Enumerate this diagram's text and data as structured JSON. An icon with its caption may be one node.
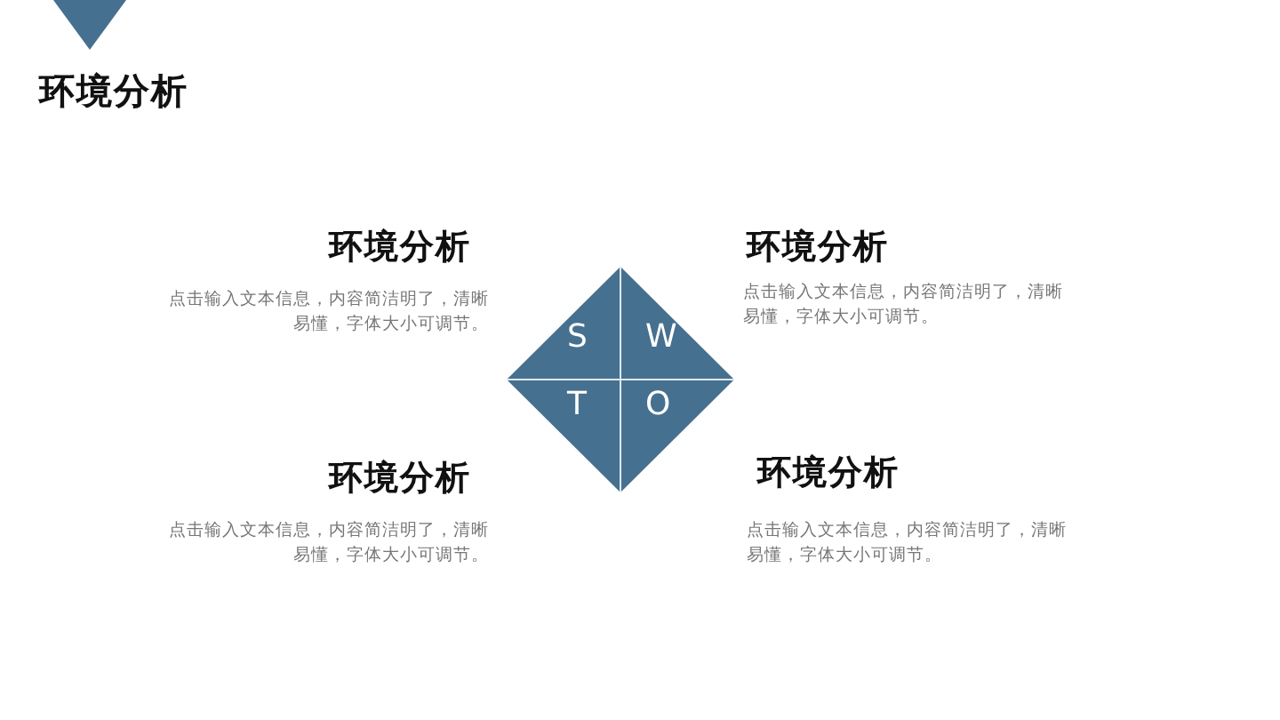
{
  "diagram": {
    "title": "环境分析",
    "nodes": [
      {
        "text": [
          "S",
          "W",
          "T",
          "O"
        ]
      }
    ],
    "edges": [],
    "labels": [
      "环境分析",
      "点击输入文本信息，内容简洁明了，清晰易懂，字体大小可调节。",
      "环境分析",
      "点击输入文本信息，内容简洁明了，清晰易懂，字体大小可调节。",
      "环境分析",
      "点击输入文本信息，内容简洁明了，清晰易懂，字体大小可调节。",
      "环境分析",
      "点击输入文本信息，内容简洁明了，清晰易懂，字体大小可调节。"
    ]
  }
}
